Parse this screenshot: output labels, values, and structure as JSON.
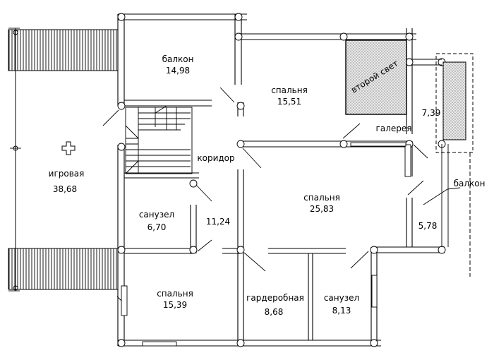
{
  "rooms": {
    "balcony_top": {
      "label": "балкон",
      "area": "14,98"
    },
    "bedroom_top": {
      "label": "спальня",
      "area": "15,51"
    },
    "playroom": {
      "label": "игровая",
      "area": "38,68"
    },
    "corridor": {
      "label": "коридор"
    },
    "bathroom_left": {
      "label": "санузел",
      "area": "6,70"
    },
    "corridor_area": {
      "area": "11,24"
    },
    "bedroom_center": {
      "label": "спальня",
      "area": "25,83"
    },
    "gallery": {
      "label": "галерея",
      "area": "7,39"
    },
    "balcony_right": {
      "label": "балкон",
      "area": "5,78"
    },
    "bedroom_bottom": {
      "label": "спальня",
      "area": "15,39"
    },
    "wardrobe": {
      "label": "гардеробная",
      "area": "8,68"
    },
    "bathroom_right": {
      "label": "санузел",
      "area": "8,13"
    },
    "second_light": {
      "label": "второй свет"
    }
  },
  "colors": {
    "line": "#000000",
    "background": "#ffffff"
  }
}
